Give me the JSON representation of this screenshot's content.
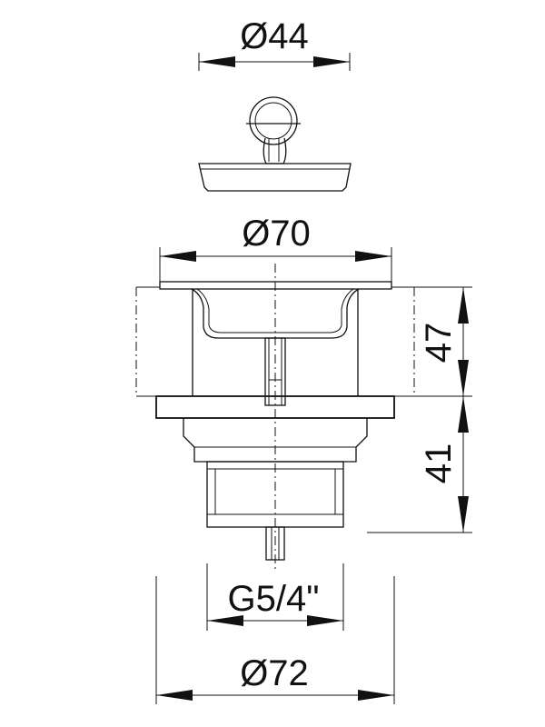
{
  "dimensions": {
    "stopper_diameter": "Ø44",
    "flange_diameter": "Ø70",
    "upper_height": "47",
    "lower_height": "41",
    "thread": "G5/4\"",
    "base_diameter": "Ø72"
  }
}
